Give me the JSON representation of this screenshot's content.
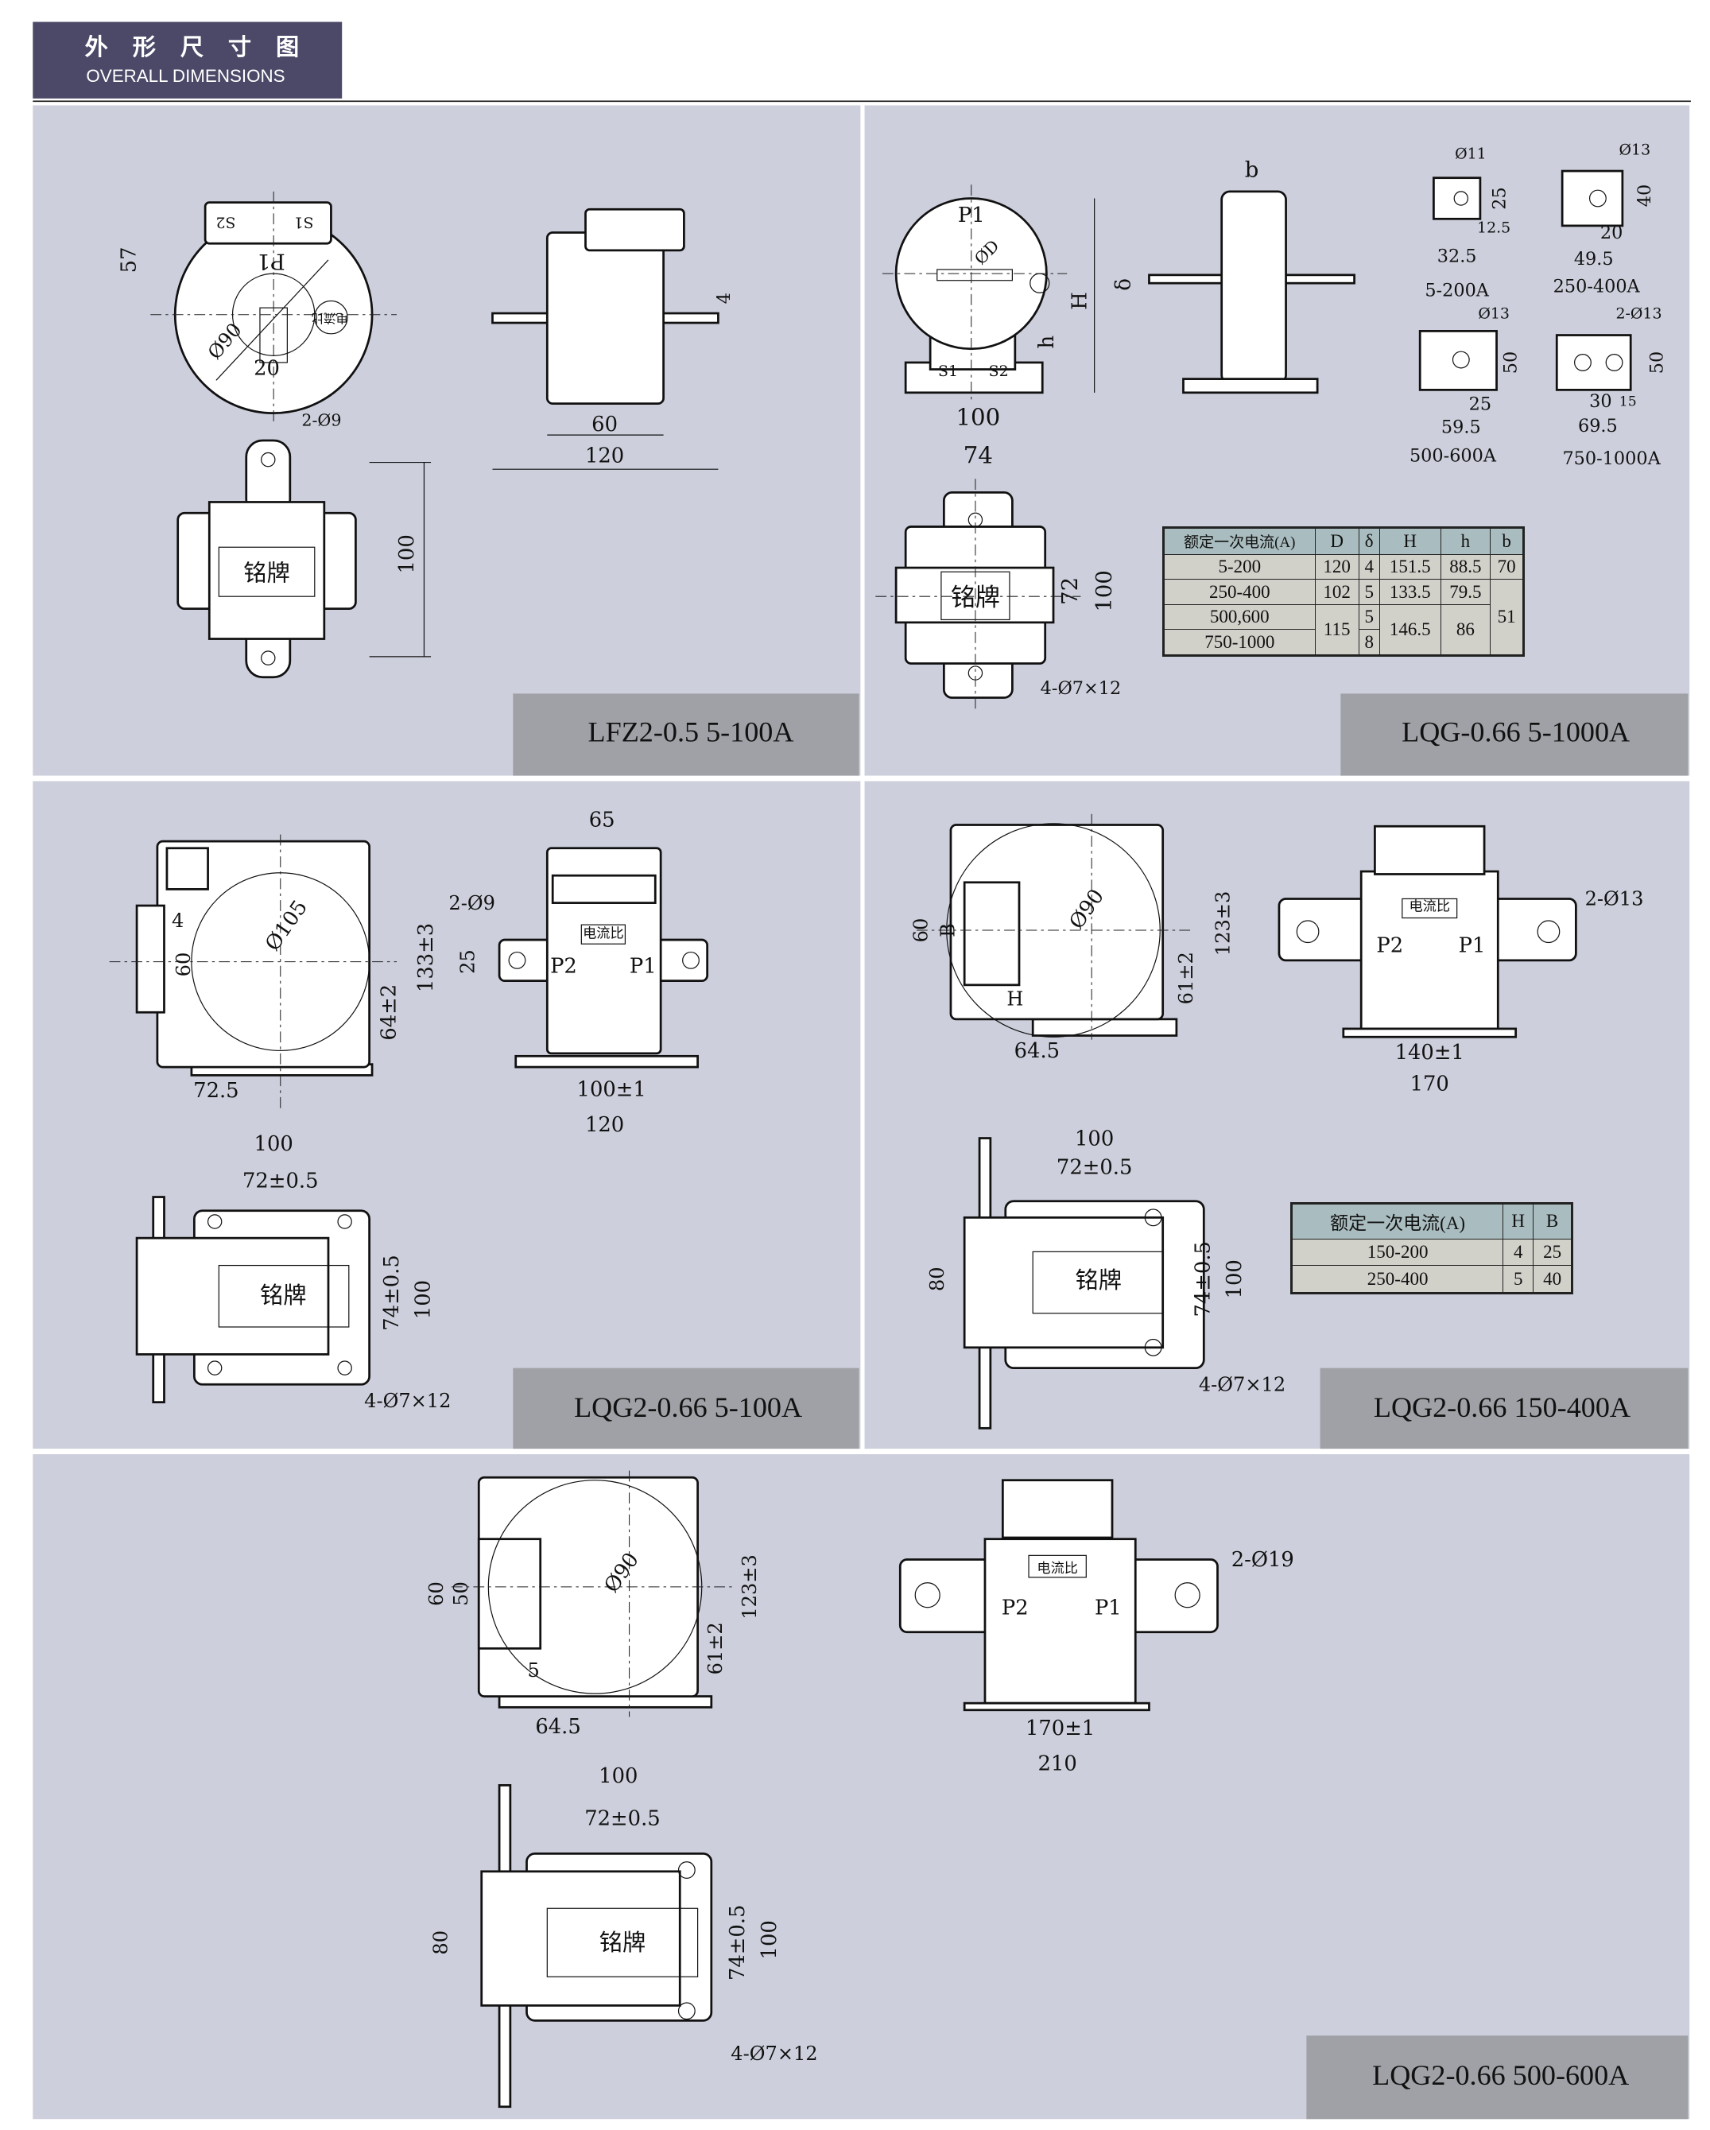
{
  "header": {
    "title_cn": "外 形 尺 寸 图",
    "title_en": "OVERALL DIMENSIONS"
  },
  "panels": [
    {
      "model": "LFZ2-0.5   5-100A",
      "dims": [
        "57",
        "Ø90",
        "20",
        "P1",
        "S2",
        "S1",
        "电流比",
        "2-Ø9",
        "铭牌",
        "100",
        "60",
        "120",
        "4"
      ]
    },
    {
      "model": "LQG-0.66   5-1000A",
      "dims": [
        "P1",
        "ØD",
        "S1",
        "S2",
        "H",
        "h",
        "b",
        "δ",
        "100",
        "74",
        "72",
        "100",
        "铭牌",
        "4-Ø7×12",
        "Ø11",
        "25",
        "12.5",
        "32.5",
        "5-200A",
        "Ø13",
        "40",
        "20",
        "49.5",
        "250-400A",
        "Ø13",
        "50",
        "25",
        "59.5",
        "500-600A",
        "2-Ø13",
        "50",
        "30",
        "15",
        "69.5",
        "750-1000A"
      ]
    },
    {
      "model": "LQG2-0.66   5-100A",
      "dims": [
        "4",
        "60",
        "Ø105",
        "133±3",
        "64±2",
        "72.5",
        "2-Ø9",
        "25",
        "65",
        "电流比",
        "P2",
        "P1",
        "100±1",
        "120",
        "100",
        "72±0.5",
        "铭牌",
        "74±0.5",
        "100",
        "4-Ø7×12"
      ]
    },
    {
      "model": "LQG2-0.66   150-400A",
      "dims": [
        "60",
        "B",
        "Ø90",
        "H",
        "64.5",
        "61±2",
        "123±3",
        "电流比",
        "P2",
        "P1",
        "2-Ø13",
        "140±1",
        "170",
        "100",
        "72±0.5",
        "80",
        "铭牌",
        "74±0.5",
        "100",
        "4-Ø7×12"
      ]
    },
    {
      "model": "LQG2-0.66   500-600A",
      "dims": [
        "60",
        "50",
        "Ø90",
        "5",
        "64.5",
        "61±2",
        "123±3",
        "电流比",
        "P2",
        "P1",
        "2-Ø19",
        "170±1",
        "210",
        "100",
        "72±0.5",
        "80",
        "铭牌",
        "74±0.5",
        "100",
        "4-Ø7×12"
      ]
    }
  ],
  "table_lqg": {
    "headers": [
      "额定一次电流(A)",
      "D",
      "δ",
      "H",
      "h",
      "b"
    ],
    "rows": [
      [
        "5-200",
        "120",
        "4",
        "151.5",
        "88.5",
        "70"
      ],
      [
        "250-400",
        "102",
        "5",
        "133.5",
        "79.5",
        "51"
      ],
      [
        "500,600",
        "115",
        "5",
        "146.5",
        "86"
      ],
      [
        "750-1000",
        "8"
      ]
    ]
  },
  "table_lqg2": {
    "headers": [
      "额定一次电流(A)",
      "H",
      "B"
    ],
    "rows": [
      [
        "150-200",
        "4",
        "25"
      ],
      [
        "250-400",
        "5",
        "40"
      ]
    ]
  }
}
